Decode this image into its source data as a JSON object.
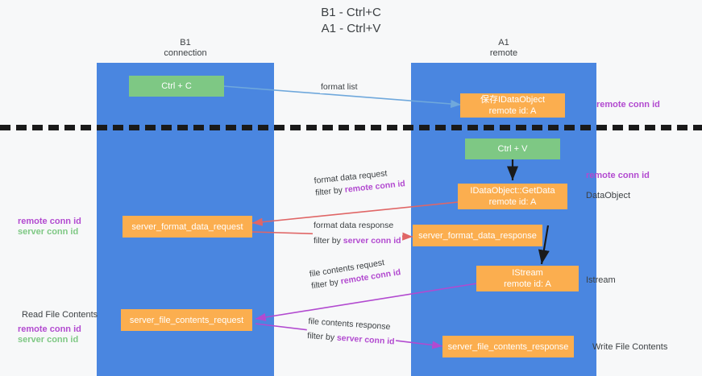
{
  "title": "B1 - Ctrl+C\nA1 - Ctrl+V",
  "colors": {
    "lane": "#4a86e0",
    "green_node": "#7ec884",
    "orange_node": "#fbae4f",
    "remote_conn_id": "#b24ad0",
    "server_conn_id": "#7ec884",
    "arrow_blue": "#6fa8dc",
    "arrow_red": "#e06666",
    "arrow_purple": "#b24ad0",
    "arrow_black": "#1a1a1a",
    "background": "#f7f8f9"
  },
  "columns": [
    {
      "id": "b1",
      "label": "B1\nconnection"
    },
    {
      "id": "a1",
      "label": "A1\nremote"
    }
  ],
  "nodes": [
    {
      "id": "ctrl-c",
      "label": "Ctrl + C",
      "color": "green"
    },
    {
      "id": "idataobject-create",
      "label": "保存IDataObject\nremote id: A",
      "color": "orange"
    },
    {
      "id": "ctrl-v",
      "label": "Ctrl + V",
      "color": "green"
    },
    {
      "id": "idataobject-getdata",
      "label": "IDataObject::GetData\nremote id: A",
      "color": "orange"
    },
    {
      "id": "server-format-data-request",
      "label": "server_format_data_request",
      "color": "orange"
    },
    {
      "id": "server-format-data-response",
      "label": "server_format_data_response",
      "color": "orange"
    },
    {
      "id": "istream",
      "label": "IStream\nremote id: A",
      "color": "orange"
    },
    {
      "id": "server-file-contents-request",
      "label": "server_file_contents_request",
      "color": "orange"
    },
    {
      "id": "server-file-contents-response",
      "label": "server_file_contents_response",
      "color": "orange"
    }
  ],
  "edge_labels": [
    {
      "id": "format-list",
      "text": "format list"
    },
    {
      "id": "format-data-request",
      "line1": "format data request",
      "line2_prefix": "filter by ",
      "line2_highlight": "remote conn id"
    },
    {
      "id": "format-data-response",
      "line1": "format data response",
      "line2_prefix": "filter by ",
      "line2_highlight": "server conn id"
    },
    {
      "id": "file-contents-request",
      "line1": "file contents request",
      "line2_prefix": "filter by ",
      "line2_highlight": "remote conn id"
    },
    {
      "id": "file-contents-response",
      "line1": "file contents response",
      "line2_prefix": "filter by ",
      "line2_highlight": "server conn id"
    }
  ],
  "annotations": {
    "right_remote_top": "remote conn id",
    "right_remote_mid": "remote conn id",
    "right_dataobject": "DataObject",
    "right_istream": "Istream",
    "right_write_file_contents": "Write File Contents",
    "left_remote_conn_id": "remote conn id",
    "left_server_conn_id": "server conn id",
    "left_read_file_contents": "Read File Contents",
    "left_remote_conn_id_2": "remote conn id",
    "left_server_conn_id_2": "server conn id"
  }
}
